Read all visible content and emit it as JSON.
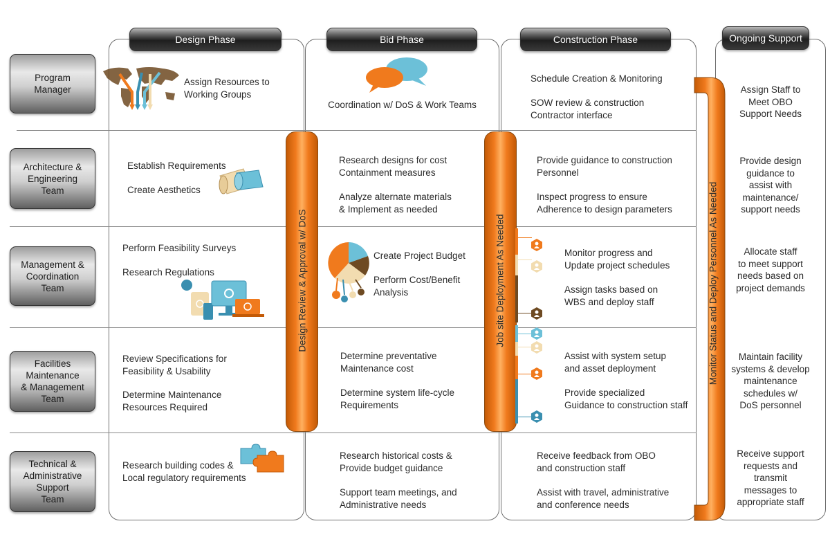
{
  "phases": {
    "design": "Design Phase",
    "bid": "Bid Phase",
    "construction": "Construction Phase",
    "support": "Ongoing Support"
  },
  "roles": [
    "Program\nManager",
    "Architecture &\nEngineering\nTeam",
    "Management &\nCoordination\nTeam",
    "Facilities\nMaintenance\n& Management\nTeam",
    "Technical &\nAdministrative\nSupport\nTeam"
  ],
  "design": {
    "r1": "Assign Resources to\nWorking Groups",
    "r2a": "Establish Requirements",
    "r2b": "Create Aesthetics",
    "r3a": "Perform Feasibility Surveys",
    "r3b": "Research Regulations",
    "r4a": "Review Specifications for\nFeasibility & Usability",
    "r4b": "Determine Maintenance\nResources Required",
    "r5": "Research building codes &\nLocal regulatory requirements"
  },
  "bid": {
    "r1": "Coordination w/ DoS & Work Teams",
    "r2a": "Research designs for cost\nContainment measures",
    "r2b": "Analyze alternate materials\n& Implement as needed",
    "r3a": "Create Project Budget",
    "r3b": "Perform Cost/Benefit\nAnalysis",
    "r4a": "Determine preventative\nMaintenance cost",
    "r4b": "Determine system life-cycle\nRequirements",
    "r5a": "Research historical costs &\nProvide budget guidance",
    "r5b": "Support team meetings, and\nAdministrative needs"
  },
  "construction": {
    "r1a": "Schedule Creation & Monitoring",
    "r1b": "SOW review & construction\nContractor interface",
    "r2a": "Provide guidance to construction\nPersonnel",
    "r2b": "Inspect progress to ensure\nAdherence to design parameters",
    "r3a": "Monitor progress and\nUpdate project schedules",
    "r3b": "Assign tasks based on\nWBS and deploy staff",
    "r4a": "Assist with system setup\nand asset deployment",
    "r4b": "Provide specialized\nGuidance to construction staff",
    "r5a": "Receive feedback from OBO\nand construction staff",
    "r5b": "Assist with travel, administrative\nand conference needs"
  },
  "support": {
    "r1": "Assign Staff to\nMeet OBO\nSupport Needs",
    "r2": "Provide design\nguidance to\nassist with\nmaintenance/\nsupport needs",
    "r3": "Allocate staff\nto meet support\nneeds based on\nproject demands",
    "r4": "Maintain facility\nsystems & develop\nmaintenance\nschedules w/\nDoS personnel",
    "r5": "Receive support\nrequests and\ntransmit\nmessages to\nappropriate staff"
  },
  "bars": {
    "design_review": "Design Review & Approval w/ DoS",
    "job_site": "Job site Deployment As Needed",
    "monitor": "Monitor Status and Deploy Personnel As Needed"
  },
  "colors": {
    "orange": "#f07a1d",
    "blue": "#3a8fb0",
    "brown": "#6e4a22",
    "cream": "#f2dcb0",
    "teal": "#6cc0d8"
  }
}
